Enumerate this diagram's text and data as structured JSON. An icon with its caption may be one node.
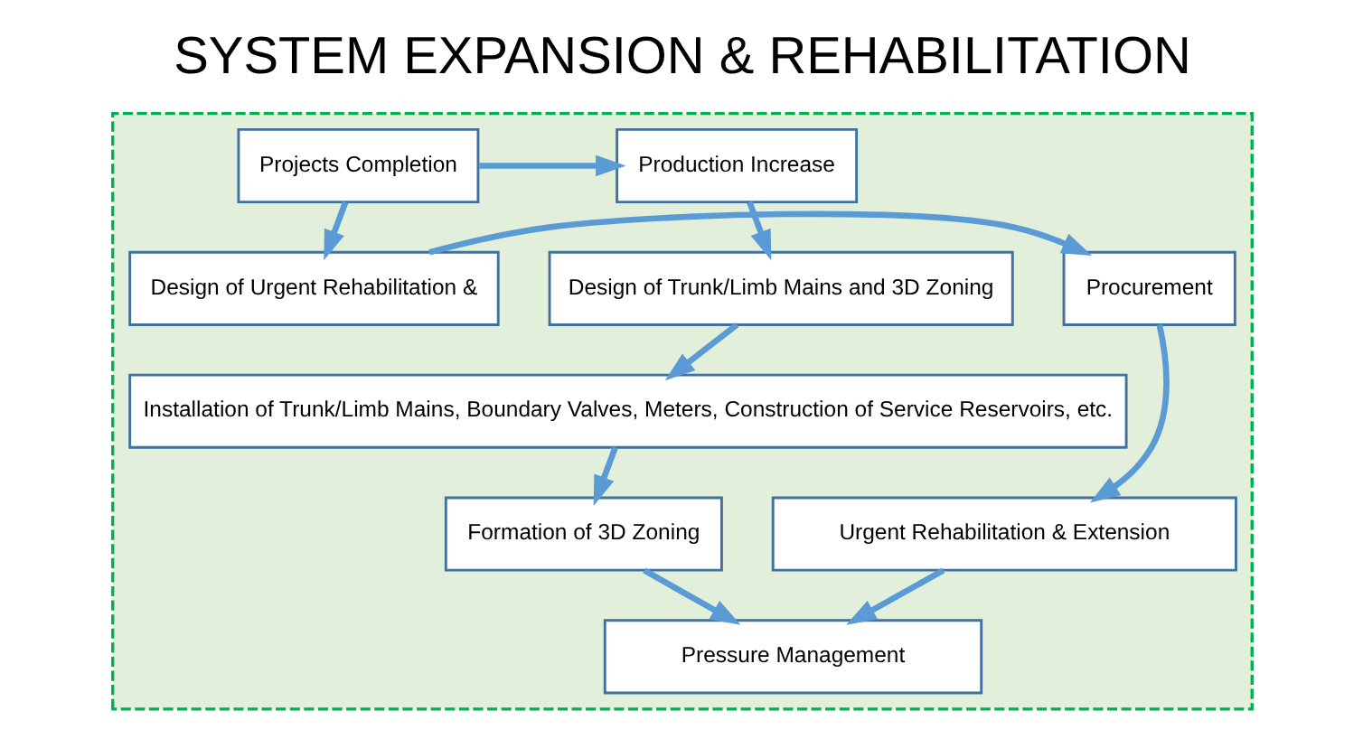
{
  "diagram": {
    "title": "SYSTEM EXPANSION & REHABILITATION",
    "nodes": [
      {
        "text": [],
        "shape": "box"
      },
      {
        "text": [
          "Projects Completion"
        ],
        "in": 0
      },
      {
        "text": [
          "Production Increase"
        ],
        "in": 0
      },
      {
        "text": [
          "Installation of Trunk/Limb Mains, Boundary Valves, Meters, Construction of Service Reservoirs, etc."
        ],
        "in": 0
      },
      {
        "text": [
          "Design of Trunk/Limb Mains and 3D Zoning"
        ],
        "in": 0
      },
      {
        "text": [
          "Formation of 3D Zoning"
        ],
        "in": 0
      },
      {
        "text": [
          "Design of Urgent Rehabilitation &"
        ],
        "in": 0
      },
      {
        "text": [
          "Procurement"
        ],
        "in": 0
      },
      {
        "text": [
          "Pressure Management"
        ],
        "in": 0
      },
      {
        "text": [
          "Urgent Rehabilitation & Extension"
        ],
        "in": 0
      }
    ],
    "edges": [
      {
        "from": 1,
        "to": 2,
        "arrow": "to"
      },
      {
        "from": 2,
        "to": 4,
        "arrow": "to"
      },
      {
        "from": 4,
        "to": 3,
        "arrow": "to"
      },
      {
        "from": 3,
        "to": 5,
        "arrow": "to"
      },
      {
        "from": 5,
        "to": 8,
        "arrow": "to"
      },
      {
        "from": 1,
        "to": 6,
        "arrow": "to"
      },
      {
        "from": 6,
        "to": 7,
        "arrow": "to"
      },
      {
        "from": 7,
        "to": 9,
        "arrow": "to"
      },
      {
        "from": 9,
        "to": 8,
        "arrow": "to"
      }
    ]
  }
}
